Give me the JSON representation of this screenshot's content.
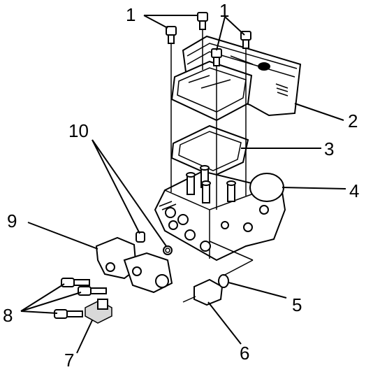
{
  "callouts": {
    "c1a": "1",
    "c1b": "1",
    "c2": "2",
    "c3": "3",
    "c4": "4",
    "c5": "5",
    "c6": "6",
    "c7": "7",
    "c8": "8",
    "c9": "9",
    "c10": "10"
  },
  "colors": {
    "ink": "#000000",
    "paper": "#ffffff"
  }
}
